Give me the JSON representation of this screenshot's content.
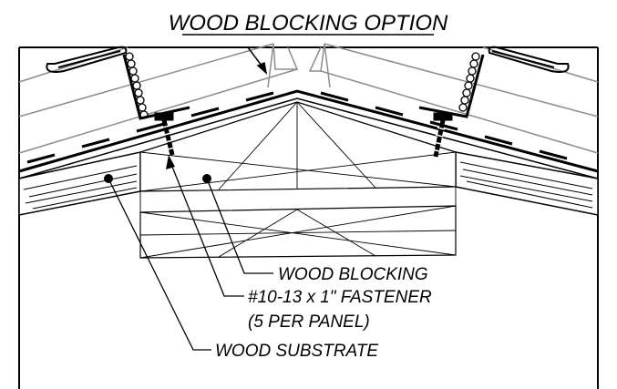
{
  "title": "WOOD BLOCKING OPTION",
  "callouts": {
    "blocking": "WOOD BLOCKING",
    "fastener_line1": "#10-13 x 1\" FASTENER",
    "fastener_line2": "(5 PER PANEL)",
    "substrate": "WOOD SUBSTRATE"
  },
  "colors": {
    "line": "#000000",
    "panel_edge": "#8c8c8c",
    "background": "#ffffff"
  }
}
